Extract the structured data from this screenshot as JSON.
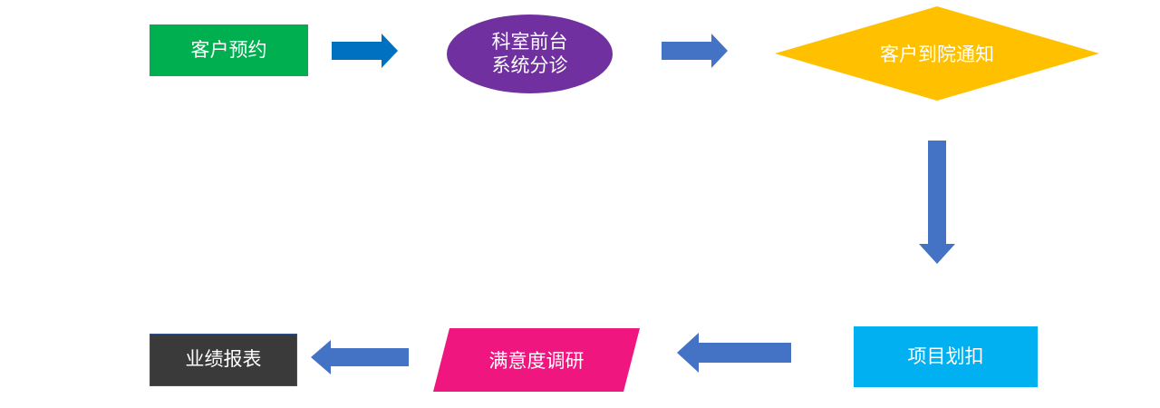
{
  "nodes": {
    "reservation": {
      "label": "客户预约",
      "color": "#00b050"
    },
    "front_desk": {
      "line1": "科室前台",
      "line2": "系统分诊",
      "color": "#7030a0"
    },
    "arrival_notice": {
      "label": "客户到院通知",
      "color": "#ffc000"
    },
    "item_deduction": {
      "label": "项目划扣",
      "color": "#00b0f0"
    },
    "satisfaction": {
      "label": "满意度调研",
      "color": "#f0167f"
    },
    "report": {
      "label": "业绩报表",
      "color": "#3a3a3a"
    }
  },
  "arrows": {
    "primary": "#0070c0",
    "secondary": "#4472c4"
  }
}
